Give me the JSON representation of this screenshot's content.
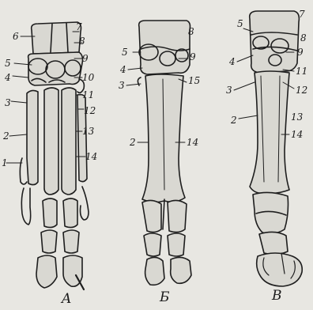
{
  "diagram": {
    "panels": [
      {
        "letter": "A",
        "labels": [
          "6",
          "7",
          "8",
          "5",
          "9",
          "4",
          "10",
          "3",
          "11",
          "12",
          "2",
          "13",
          "1",
          "14"
        ]
      },
      {
        "letter": "Б",
        "labels": [
          "8",
          "5",
          "9",
          "4",
          "3",
          "15",
          "2",
          "14"
        ]
      },
      {
        "letter": "В",
        "labels": [
          "5",
          "7",
          "8",
          "4",
          "9",
          "3",
          "11",
          "12",
          "2",
          "13",
          "14"
        ]
      }
    ]
  },
  "colors": {
    "ink": "#1e1e1e",
    "paper": "#e8e7e2",
    "bone_fill": "#d9d8d2"
  }
}
